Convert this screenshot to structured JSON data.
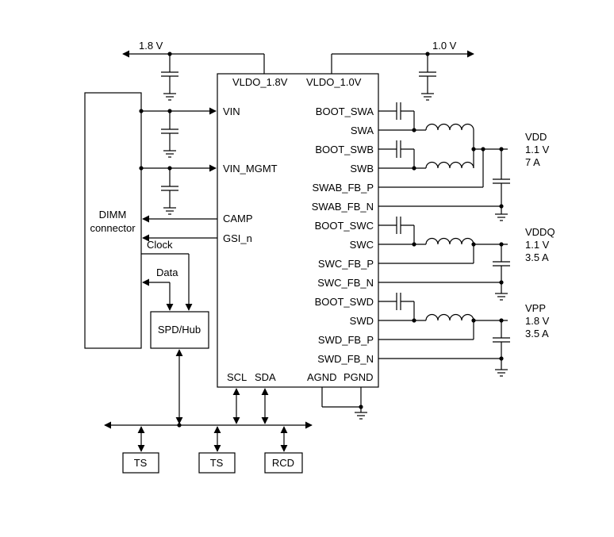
{
  "rails": {
    "v18": "1.8 V",
    "v10": "1.0 V"
  },
  "pmic": {
    "vldo18": "VLDO_1.8V",
    "vldo10": "VLDO_1.0V",
    "vin": "VIN",
    "vin_mgmt": "VIN_MGMT",
    "camp": "CAMP",
    "gsi": "GSI_n",
    "scl": "SCL",
    "sda": "SDA",
    "agnd": "AGND",
    "pgnd": "PGND",
    "boot_swa": "BOOT_SWA",
    "swa": "SWA",
    "boot_swb": "BOOT_SWB",
    "swb": "SWB",
    "swab_fb_p": "SWAB_FB_P",
    "swab_fb_n": "SWAB_FB_N",
    "boot_swc": "BOOT_SWC",
    "swc": "SWC",
    "swc_fb_p": "SWC_FB_P",
    "swc_fb_n": "SWC_FB_N",
    "boot_swd": "BOOT_SWD",
    "swd": "SWD",
    "swd_fb_p": "SWD_FB_P",
    "swd_fb_n": "SWD_FB_N"
  },
  "dimm": {
    "line1": "DIMM",
    "line2": "connector"
  },
  "signals": {
    "clock": "Clock",
    "data": "Data"
  },
  "spd": "SPD/Hub",
  "outputs": {
    "vdd": {
      "name": "VDD",
      "voltage": "1.1 V",
      "current": "7 A"
    },
    "vddq": {
      "name": "VDDQ",
      "voltage": "1.1 V",
      "current": "3.5 A"
    },
    "vpp": {
      "name": "VPP",
      "voltage": "1.8 V",
      "current": "3.5 A"
    }
  },
  "bus_devices": {
    "ts1": "TS",
    "ts2": "TS",
    "rcd": "RCD"
  }
}
